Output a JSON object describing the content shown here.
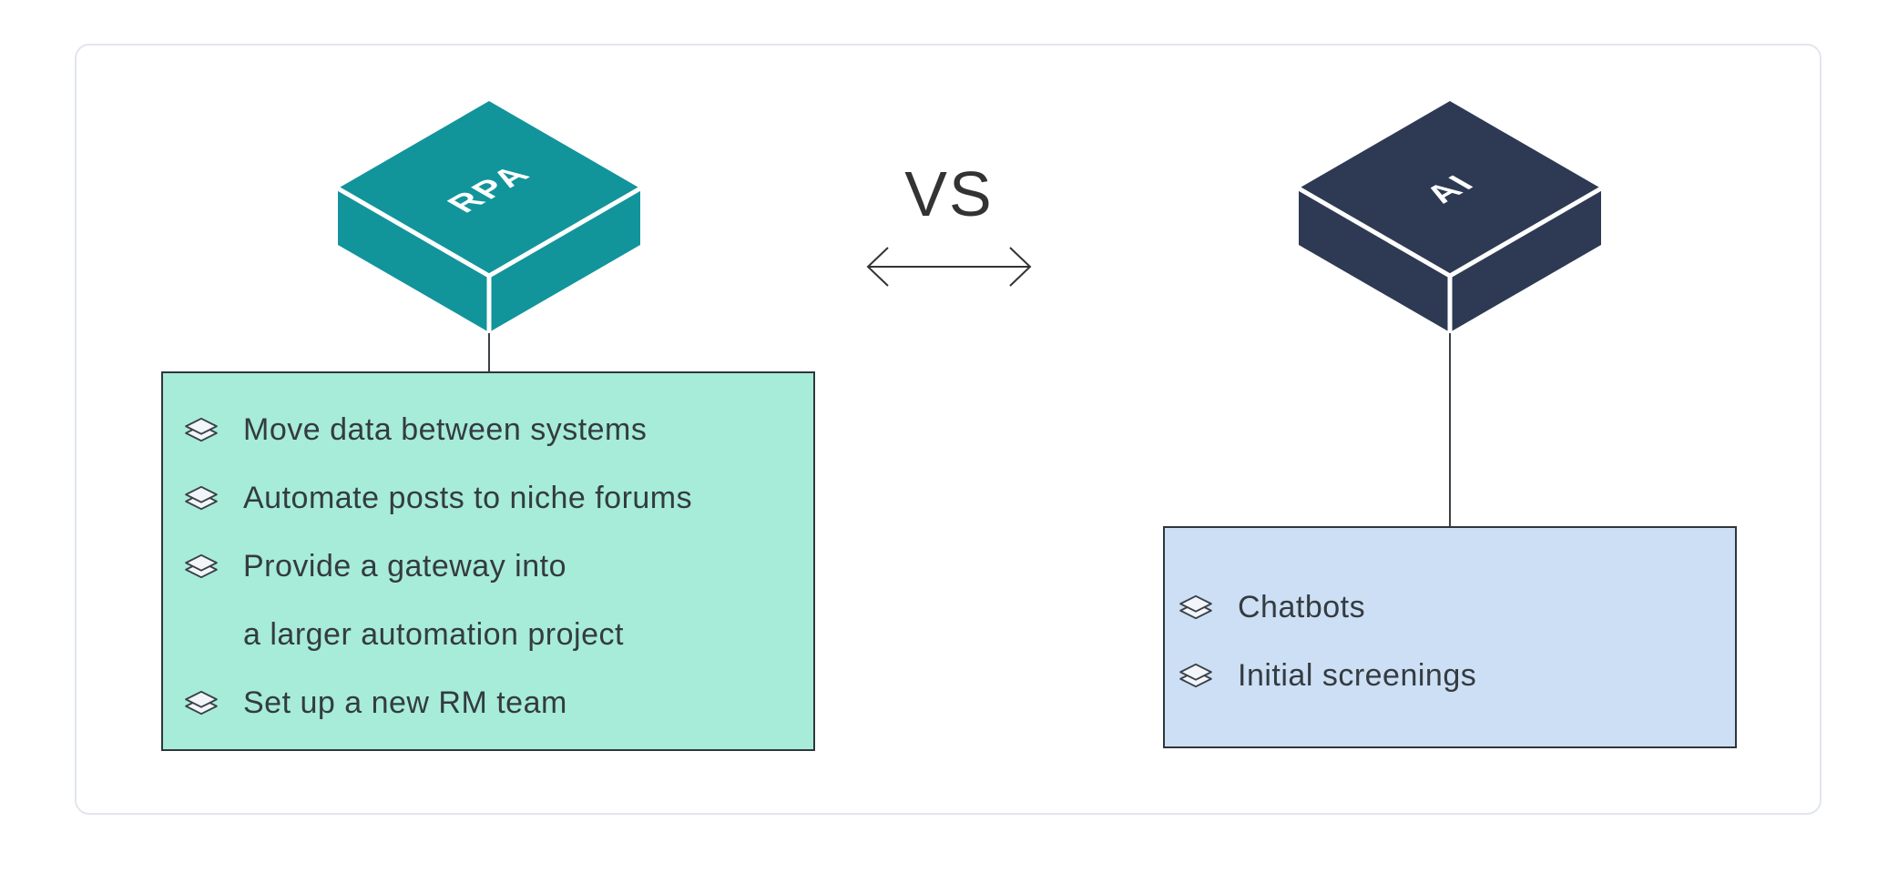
{
  "colors": {
    "rpa_fill": "#12949B",
    "ai_fill": "#2E3A54",
    "rpa_panel_bg": "#A6ECD9",
    "ai_panel_bg": "#CDDFF4",
    "panel_border": "#2F363C",
    "text": "#343B41",
    "line": "#3A4045",
    "frame_border": "#E2E6EC",
    "vs_text": "#333333",
    "icon_fill": "#F2F5F9",
    "icon_stroke": "#3A4149",
    "diamond_label_text": "#FFFFFF"
  },
  "vs": {
    "label": "VS"
  },
  "rpa": {
    "label": "RPA",
    "rows": [
      {
        "text": "Move data between systems"
      },
      {
        "text": "Automate posts to niche forums"
      },
      {
        "text": "Provide a gateway into"
      },
      {
        "text": "a larger automation project"
      },
      {
        "text": "Set up a new RM team"
      }
    ]
  },
  "ai": {
    "label": "AI",
    "rows": [
      {
        "text": "Chatbots"
      },
      {
        "text": "Initial screenings"
      }
    ]
  }
}
